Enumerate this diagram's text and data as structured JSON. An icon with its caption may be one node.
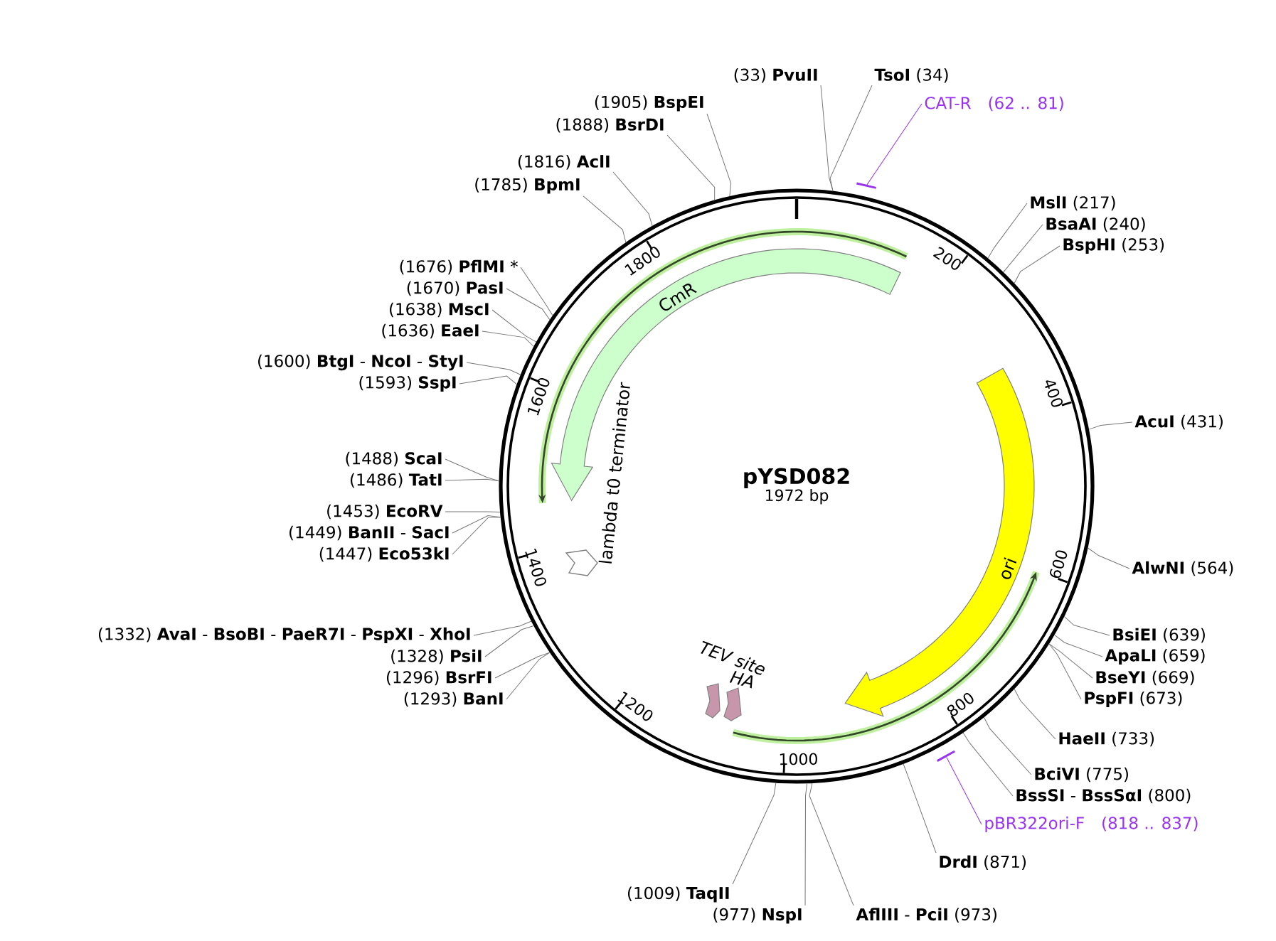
{
  "diagram": {
    "nodes": [
      {
        "text": [
          "pYSD082",
          "1972 bp"
        ]
      },
      {
        "text": [
          "CmR"
        ],
        "in": 0
      },
      {
        "text": [
          "ori"
        ],
        "in": 0
      },
      {
        "text": [
          "lambda t0 terminator"
        ],
        "in": 0
      },
      {
        "text": [
          "TEV site"
        ],
        "in": 0
      },
      {
        "text": [
          "HA"
        ],
        "in": 0
      },
      {
        "text": [
          "(33) **PvuII**"
        ]
      },
      {
        "text": [
          "**TsoI** (34)"
        ]
      },
      {
        "text": [
          "(1905) **BspEI**"
        ]
      },
      {
        "text": [
          "(1888) **BsrDI**"
        ]
      },
      {
        "text": [
          "(1816) **AclI**"
        ]
      },
      {
        "text": [
          "(1785) **BpmI**"
        ]
      },
      {
        "text": [
          "(1676) **PflMI** *"
        ]
      },
      {
        "text": [
          "(1670) **PasI**"
        ]
      },
      {
        "text": [
          "(1638) **MscI**"
        ]
      },
      {
        "text": [
          "(1636) **EaeI**"
        ]
      },
      {
        "text": [
          "(1600) **BtgI** - **NcoI** - **StyI**"
        ]
      },
      {
        "text": [
          "(1593) **SspI**"
        ]
      },
      {
        "text": [
          "(1488) **ScaI**"
        ]
      },
      {
        "text": [
          "(1486) **TatI**"
        ]
      },
      {
        "text": [
          "(1453) **EcoRV**"
        ]
      },
      {
        "text": [
          "(1449) **BanII** - **SacI**"
        ]
      },
      {
        "text": [
          "(1447) **Eco53kI**"
        ]
      },
      {
        "text": [
          "(1332) **AvaI** - **BsoBI** - **PaeR7I** - **PspXI** - **XhoI**"
        ]
      },
      {
        "text": [
          "(1328) **PsiI**"
        ]
      },
      {
        "text": [
          "(1296) **BsrFI**"
        ]
      },
      {
        "text": [
          "(1293) **BanI**"
        ]
      },
      {
        "text": [
          "(1009) **TaqII**"
        ]
      },
      {
        "text": [
          "(977) **NspI**"
        ]
      },
      {
        "text": [
          "**AflIII** - **PciI** (973)"
        ]
      },
      {
        "text": [
          "**MslI** (217)"
        ]
      },
      {
        "text": [
          "**BsaAI** (240)"
        ]
      },
      {
        "text": [
          "**BspHI** (253)"
        ]
      },
      {
        "text": [
          "**AcuI** (431)"
        ]
      },
      {
        "text": [
          "**AlwNI** (564)"
        ]
      },
      {
        "text": [
          "**BsiEI** (639)"
        ]
      },
      {
        "text": [
          "**ApaLI** (659)"
        ]
      },
      {
        "text": [
          "**BseYI** (669)"
        ]
      },
      {
        "text": [
          "**PspFI** (673)"
        ]
      },
      {
        "text": [
          "**HaeII** (733)"
        ]
      },
      {
        "text": [
          "**BciVI** (775)"
        ]
      },
      {
        "text": [
          "**BssSI** - **BssSαI** (800)"
        ]
      },
      {
        "text": [
          "**DrdI** (871)"
        ]
      },
      {
        "text": [
          "CAT-R",
          "(62 .. 81)"
        ]
      },
      {
        "text": [],
        "shape": "bar"
      },
      {
        "text": [
          "pBR322ori-F",
          "(818 .. 837)"
        ]
      },
      {
        "text": [],
        "shape": "bar"
      }
    ],
    "edges": [
      {
        "from": 6,
        "to": 0,
        "arrow": "none"
      },
      {
        "from": 7,
        "to": 0,
        "arrow": "none"
      },
      {
        "from": 8,
        "to": 0,
        "arrow": "none"
      },
      {
        "from": 9,
        "to": 0,
        "arrow": "none"
      },
      {
        "from": 10,
        "to": 0,
        "arrow": "none"
      },
      {
        "from": 11,
        "to": 0,
        "arrow": "none"
      },
      {
        "from": 12,
        "to": 0,
        "arrow": "none"
      },
      {
        "from": 13,
        "to": 0,
        "arrow": "none"
      },
      {
        "from": 14,
        "to": 0,
        "arrow": "none"
      },
      {
        "from": 15,
        "to": 0,
        "arrow": "none"
      },
      {
        "from": 16,
        "to": 0,
        "arrow": "none"
      },
      {
        "from": 17,
        "to": 0,
        "arrow": "none"
      },
      {
        "from": 18,
        "to": 0,
        "arrow": "none"
      },
      {
        "from": 19,
        "to": 0,
        "arrow": "none"
      },
      {
        "from": 20,
        "to": 0,
        "arrow": "none"
      },
      {
        "from": 21,
        "to": 0,
        "arrow": "none"
      },
      {
        "from": 22,
        "to": 0,
        "arrow": "none"
      },
      {
        "from": 23,
        "to": 0,
        "arrow": "none"
      },
      {
        "from": 24,
        "to": 0,
        "arrow": "none"
      },
      {
        "from": 25,
        "to": 0,
        "arrow": "none"
      },
      {
        "from": 26,
        "to": 0,
        "arrow": "none"
      },
      {
        "from": 27,
        "to": 0,
        "arrow": "none"
      },
      {
        "from": 28,
        "to": 0,
        "arrow": "none"
      },
      {
        "from": 29,
        "to": 0,
        "arrow": "none"
      },
      {
        "from": 30,
        "to": 0,
        "arrow": "none"
      },
      {
        "from": 31,
        "to": 0,
        "arrow": "none"
      },
      {
        "from": 32,
        "to": 0,
        "arrow": "none"
      },
      {
        "from": 33,
        "to": 0,
        "arrow": "none"
      },
      {
        "from": 34,
        "to": 0,
        "arrow": "none"
      },
      {
        "from": 35,
        "to": 0,
        "arrow": "none"
      },
      {
        "from": 36,
        "to": 0,
        "arrow": "none"
      },
      {
        "from": 37,
        "to": 0,
        "arrow": "none"
      },
      {
        "from": 38,
        "to": 0,
        "arrow": "none"
      },
      {
        "from": 39,
        "to": 0,
        "arrow": "none"
      },
      {
        "from": 40,
        "to": 0,
        "arrow": "none"
      },
      {
        "from": 41,
        "to": 0,
        "arrow": "none"
      },
      {
        "from": 42,
        "to": 0,
        "arrow": "none"
      },
      {
        "from": 43,
        "to": 44,
        "arrow": "none",
        "color": "#9933ee"
      },
      {
        "from": 45,
        "to": 46,
        "arrow": "none",
        "color": "#9933ee"
      }
    ],
    "labels": [
      "200",
      "400",
      "600",
      "800",
      "1000",
      "1200",
      "1400",
      "1600",
      "1800"
    ]
  }
}
